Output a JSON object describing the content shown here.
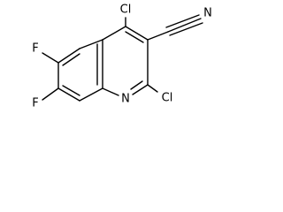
{
  "molecule": {
    "atoms": {
      "cl_top": "Cl",
      "cl_bottom": "Cl",
      "f_upper": "F",
      "f_lower": "F",
      "ring_n": "N",
      "nitrile_n": "N"
    }
  }
}
